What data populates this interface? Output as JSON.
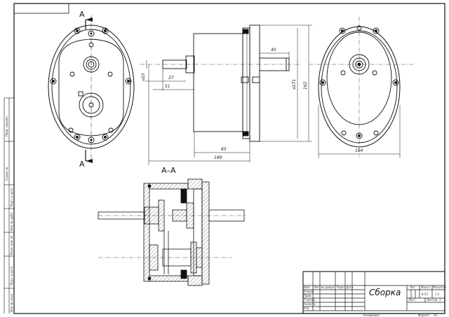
{
  "views": {
    "section_mark_top": "A",
    "section_mark_bottom": "A",
    "section_title": "A–A"
  },
  "dimensions": {
    "d10": "⌀10",
    "d37": "37",
    "d51": "51",
    "d40": "40",
    "d171": "⌀171",
    "d162": "162",
    "d85": "85",
    "d189": "189",
    "d104": "104"
  },
  "side_strip": [
    "Перв. примен.",
    "Справ. №",
    "Подп. и дата",
    "Инв. № дубл.",
    "Взам. инв. №",
    "Подп. и дата",
    "Инв. № подл."
  ],
  "title_block": {
    "drawing_name": "Сборка",
    "lit_label": "Лит",
    "mass_label": "Масса",
    "scale_label": "Масштаб",
    "mass_value": "4.53",
    "scale_value": "1:1",
    "sheet_label": "Лист",
    "sheets_label": "Листов",
    "sheets_value": "1",
    "row_labels": [
      "Изм",
      "Лист",
      "№ докум.",
      "Подп",
      "Дата"
    ],
    "person_labels": [
      "Разраб.",
      "Пров.",
      "Т.контр.",
      "Н.контр.",
      "Утв."
    ],
    "copied_label": "Копировал",
    "format_label": "Формат",
    "format_value": "А3"
  }
}
